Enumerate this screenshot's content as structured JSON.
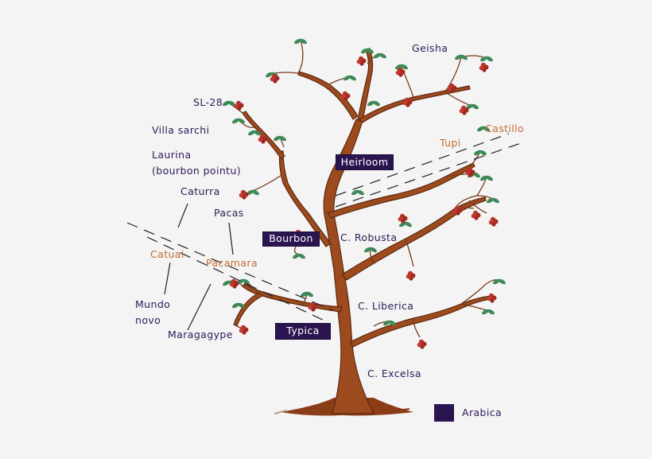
{
  "diagram": {
    "type": "coffee-variety-family-tree",
    "colors": {
      "background": "#f5f4f5",
      "trunk": "#9c4a1e",
      "trunk_outline": "#5e2a0f",
      "leaf": "#3e8a57",
      "cherry": "#b8332a",
      "arabica_box": "#2a1550",
      "purple_text": "#2c1a55",
      "orange_text": "#c06a32",
      "dash": "#222222"
    }
  },
  "labels": {
    "geisha": "Geisha",
    "sl28": "SL-28",
    "villa_sarchi": "Villa sarchi",
    "laurina": "Laurina",
    "bourbon_pointu": "(bourbon pointu)",
    "caturra": "Caturra",
    "pacas": "Pacas",
    "catuai": "Catuai",
    "pacamara": "Pacamara",
    "mundo": "Mundo",
    "novo": "novo",
    "maragagype": "Maragagype",
    "tupi": "Tupi",
    "castillo": "Castillo",
    "c_robusta": "C. Robusta",
    "c_liberica": "C. Liberica",
    "c_excelsa": "C. Excelsa"
  },
  "boxes": {
    "heirloom": "Heirloom",
    "bourbon": "Bourbon",
    "typica": "Typica"
  },
  "legend": {
    "arabica": "Arabica"
  }
}
